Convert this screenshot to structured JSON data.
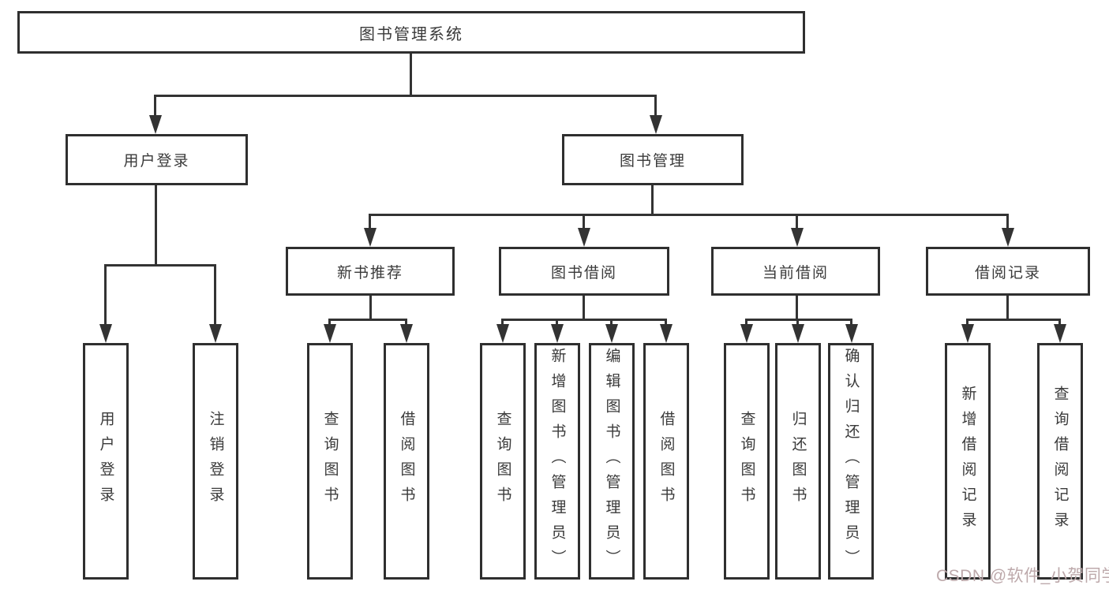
{
  "diagram": {
    "root": {
      "label": "图书管理系统"
    },
    "branches": [
      {
        "label": "用户登录",
        "children": [
          {
            "label": "用户登录"
          },
          {
            "label": "注销登录"
          }
        ]
      },
      {
        "label": "图书管理",
        "children": [
          {
            "label": "新书推荐",
            "children": [
              {
                "label": "查询图书"
              },
              {
                "label": "借阅图书"
              }
            ]
          },
          {
            "label": "图书借阅",
            "children": [
              {
                "label": "查询图书"
              },
              {
                "label": "新增图书（管理员）"
              },
              {
                "label": "编辑图书（管理员）"
              },
              {
                "label": "借阅图书"
              }
            ]
          },
          {
            "label": "当前借阅",
            "children": [
              {
                "label": "查询图书"
              },
              {
                "label": "归还图书"
              },
              {
                "label": "确认归还（管理员）"
              }
            ]
          },
          {
            "label": "借阅记录",
            "children": [
              {
                "label": "新增借阅记录"
              },
              {
                "label": "查询借阅记录"
              }
            ]
          }
        ]
      }
    ]
  },
  "watermark": "CSDN @软件_小贺同学",
  "colors": {
    "line": "#333333",
    "box_border": "#2f2f2f",
    "text": "#3a3a3a",
    "watermark": "#bda9ab",
    "background": "#ffffff"
  }
}
